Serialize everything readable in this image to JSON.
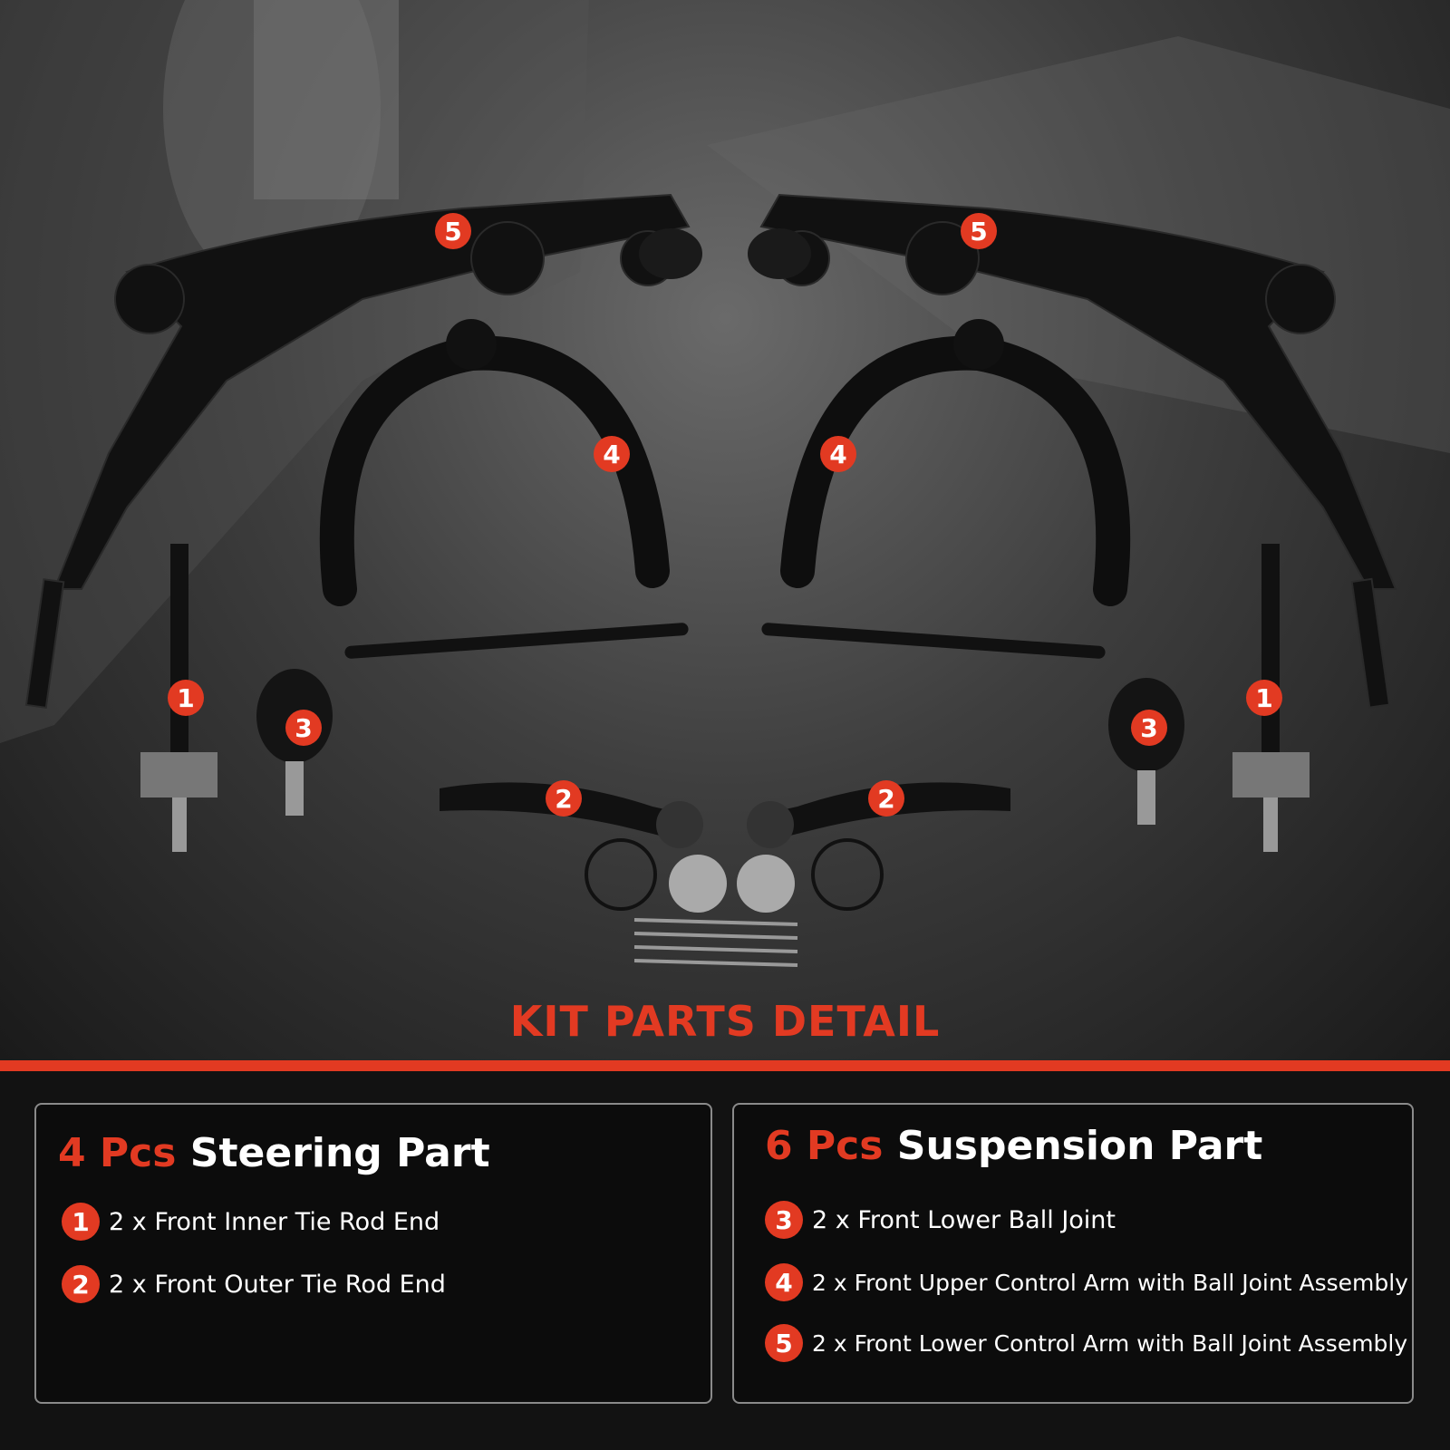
{
  "header": {
    "title": "KIT PARTS DETAIL"
  },
  "callouts": [
    "5",
    "5",
    "4",
    "4",
    "1",
    "3",
    "1",
    "3",
    "2",
    "2"
  ],
  "steering": {
    "count": "4 Pcs",
    "label": "Steering Part",
    "items": [
      {
        "num": "1",
        "text": "2 x Front Inner Tie Rod End"
      },
      {
        "num": "2",
        "text": "2 x Front Outer Tie Rod End"
      }
    ]
  },
  "suspension": {
    "count": "6 Pcs",
    "label": "Suspension Part",
    "items": [
      {
        "num": "3",
        "text": "2 x Front Lower Ball Joint"
      },
      {
        "num": "4",
        "text": "2 x Front Upper Control Arm with Ball Joint Assembly"
      },
      {
        "num": "5",
        "text": "2 x Front Lower Control Arm with Ball Joint Assembly"
      }
    ]
  },
  "colors": {
    "accent": "#e23a22",
    "background": "#121212",
    "panel_border": "#8a8a8a"
  }
}
